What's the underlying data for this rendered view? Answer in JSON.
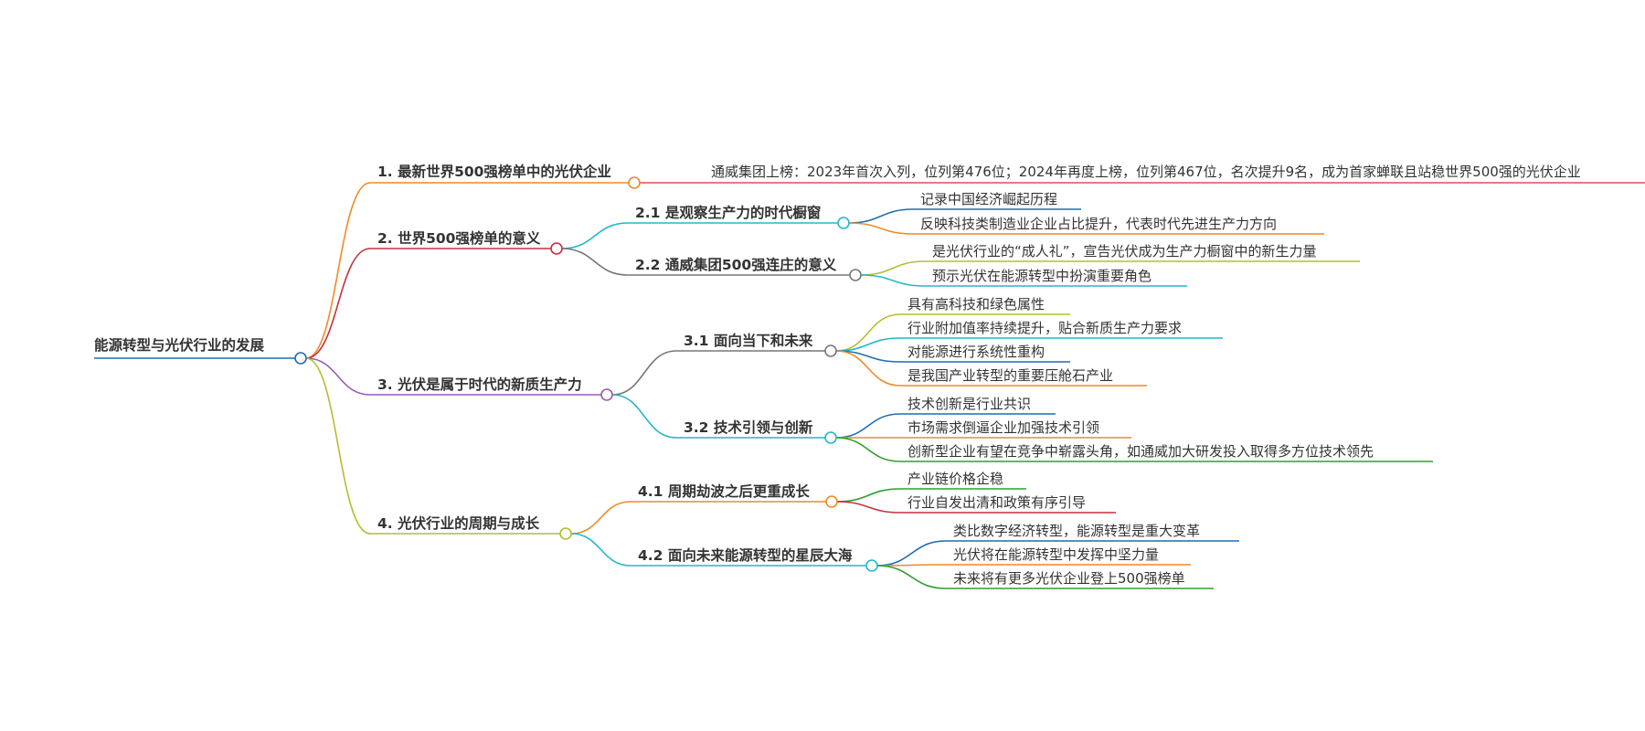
{
  "root": {
    "label": "能源转型与光伏行业的发展",
    "color": "#1f6db1",
    "children": [
      {
        "label": "1. 最新世界500强榜单中的光伏企业",
        "color": "#f08a24",
        "children": [
          {
            "label": "通威集团上榜：2023年首次入列，位列第476位；2024年再度上榜，位列第467位，名次提升9名，成为首家蝉联且站稳世界500强的光伏企业",
            "color": "#d9534f"
          }
        ]
      },
      {
        "label": "2. 世界500强榜单的意义",
        "color": "#c6303e",
        "children": [
          {
            "label": "2.1 是观察生产力的时代橱窗",
            "color": "#22b8cc",
            "children": [
              {
                "label": "记录中国经济崛起历程",
                "color": "#1f6db1"
              },
              {
                "label": "反映科技类制造业企业占比提升，代表时代先进生产力方向",
                "color": "#f08a24"
              }
            ]
          },
          {
            "label": "2.2 通威集团500强连庄的意义",
            "color": "#777777",
            "children": [
              {
                "label": "是光伏行业的“成人礼”，宣告光伏成为生产力橱窗中的新生力量",
                "color": "#b5bd2f"
              },
              {
                "label": "预示光伏在能源转型中扮演重要角色",
                "color": "#22b8cc"
              }
            ]
          }
        ]
      },
      {
        "label": "3. 光伏是属于时代的新质生产力",
        "color": "#9b59b6",
        "children": [
          {
            "label": "3.1 面向当下和未来",
            "color": "#777777",
            "children": [
              {
                "label": "具有高科技和绿色属性",
                "color": "#b5bd2f"
              },
              {
                "label": "行业附加值率持续提升，贴合新质生产力要求",
                "color": "#22b8cc"
              },
              {
                "label": "对能源进行系统性重构",
                "color": "#1f6db1"
              },
              {
                "label": "是我国产业转型的重要压舱石产业",
                "color": "#f08a24"
              }
            ]
          },
          {
            "label": "3.2 技术引领与创新",
            "color": "#22b8cc",
            "children": [
              {
                "label": "技术创新是行业共识",
                "color": "#1f6db1"
              },
              {
                "label": "市场需求倒逼企业加强技术引领",
                "color": "#f08a24"
              },
              {
                "label": "创新型企业有望在竞争中崭露头角，如通威加大研发投入取得多方位技术领先",
                "color": "#2ca02c"
              }
            ]
          }
        ]
      },
      {
        "label": "4. 光伏行业的周期与成长",
        "color": "#b5bd2f",
        "children": [
          {
            "label": "4.1 周期劫波之后更重成长",
            "color": "#f08a24",
            "children": [
              {
                "label": "产业链价格企稳",
                "color": "#2ca02c"
              },
              {
                "label": "行业自发出清和政策有序引导",
                "color": "#c6303e"
              }
            ]
          },
          {
            "label": "4.2 面向未来能源转型的星辰大海",
            "color": "#22b8cc",
            "children": [
              {
                "label": "类比数字经济转型，能源转型是重大变革",
                "color": "#1f6db1"
              },
              {
                "label": "光伏将在能源转型中发挥中坚力量",
                "color": "#f08a24"
              },
              {
                "label": "未来将有更多光伏企业登上500强榜单",
                "color": "#2ca02c"
              }
            ]
          }
        ]
      }
    ]
  }
}
